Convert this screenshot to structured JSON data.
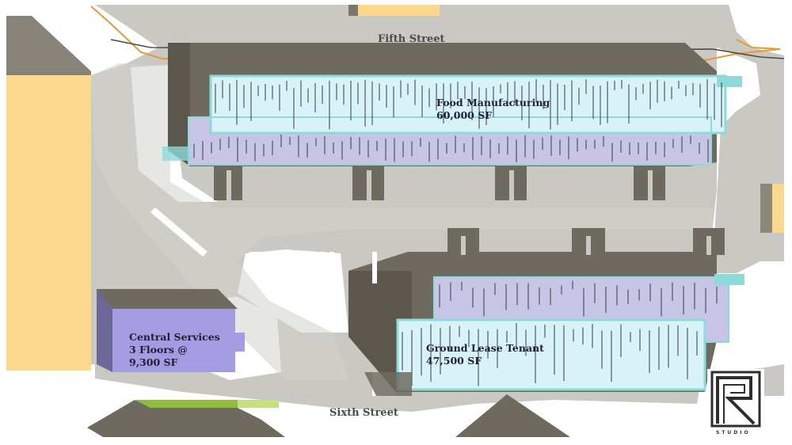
{
  "streets": {
    "north": "Fifth Street",
    "south": "Sixth Street"
  },
  "buildings": {
    "food": {
      "name": "Food Manufacturing",
      "area": "60,000 SF"
    },
    "ground": {
      "name": "Ground Lease Tenant",
      "area": "47,500 SF"
    },
    "central": {
      "name": "Central Services",
      "floors": "3 Floors @",
      "area": "9,300 SF"
    }
  },
  "logo": {
    "letter": "R",
    "text": "STUDIO"
  },
  "colors": {
    "paved": "#c9c8c3",
    "open_ground": "#ffffff",
    "neighbor_building": "#fcd88f",
    "building_mass": "#6f6a5f",
    "building_shadow": "#8c877b",
    "roof_light": "#d7f3f8",
    "roof_lavender": "#c8c4e6",
    "roof_edge": "#8ddad9",
    "central_services": "#a49ce0",
    "utility_line": "#e59b33",
    "planter": "#8fbd3c"
  }
}
